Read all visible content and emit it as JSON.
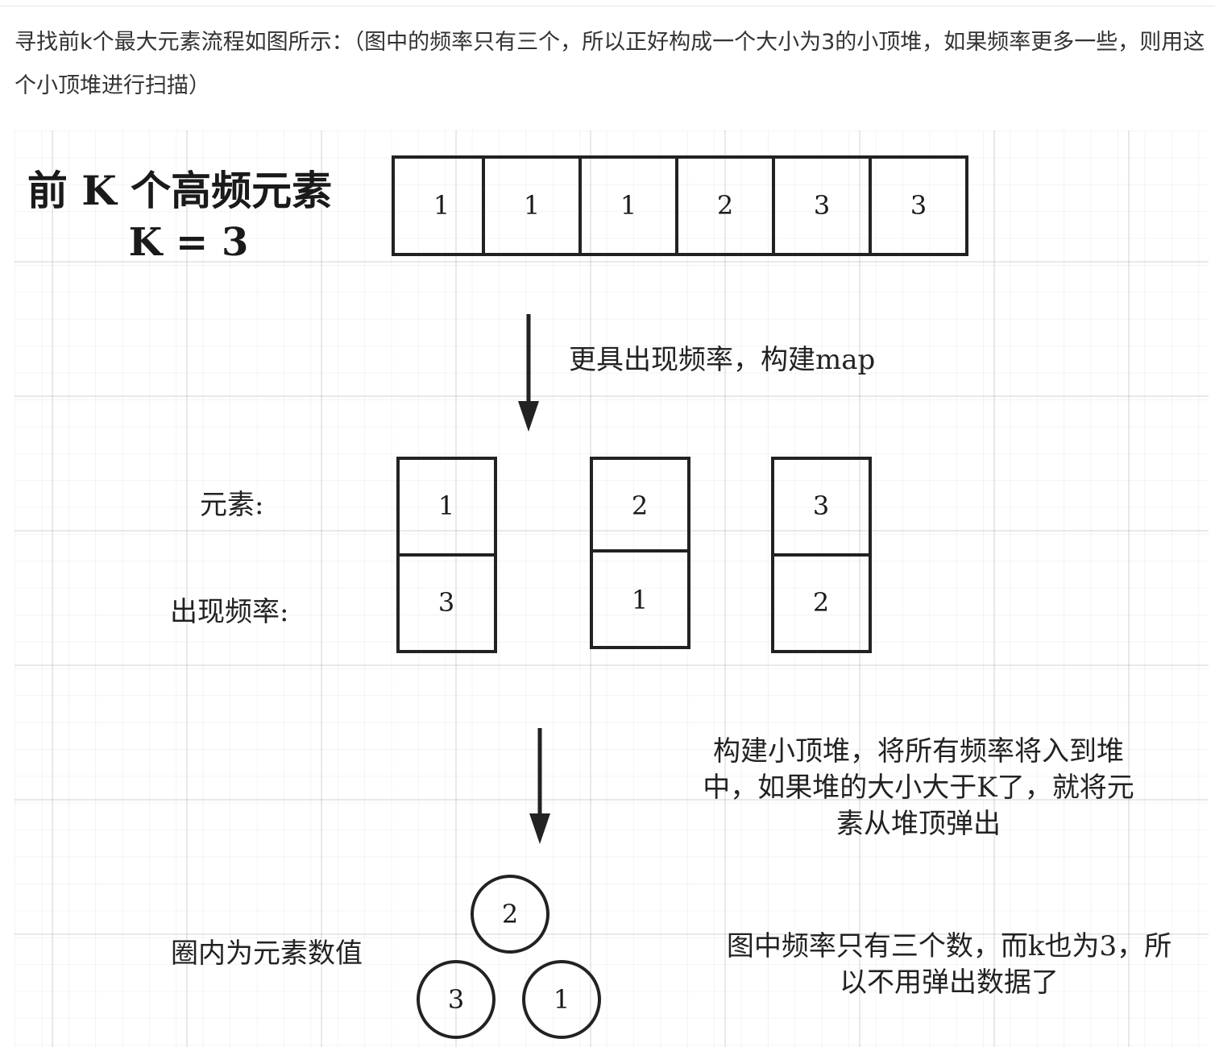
{
  "intro_text": "寻找前k个最大元素流程如图所示：（图中的频率只有三个，所以正好构成一个大小为3的小顶堆，如果频率更多一些，则用这个小顶堆进行扫描）",
  "diagram": {
    "title_line1": "前 K 个高频元素",
    "title_line2": "K = 3",
    "input_array": [
      "1",
      "1",
      "1",
      "2",
      "3",
      "3"
    ],
    "step1_label": "更具出现频率，构建map",
    "row_label_element": "元素:",
    "row_label_frequency": "出现频率:",
    "map_entries": [
      {
        "element": "1",
        "frequency": "3"
      },
      {
        "element": "2",
        "frequency": "1"
      },
      {
        "element": "3",
        "frequency": "2"
      }
    ],
    "step2_label_lines": [
      "构建小顶堆，将所有频率将入到堆",
      "中，如果堆的大小大于K了，就将元",
      "素从堆顶弹出"
    ],
    "circle_legend": "圈内为元素数值",
    "heap_nodes": {
      "root": "2",
      "left": "3",
      "right": "1"
    },
    "note_lines": [
      "图中频率只有三个数，而k也为3，所",
      "以不用弹出数据了"
    ]
  }
}
